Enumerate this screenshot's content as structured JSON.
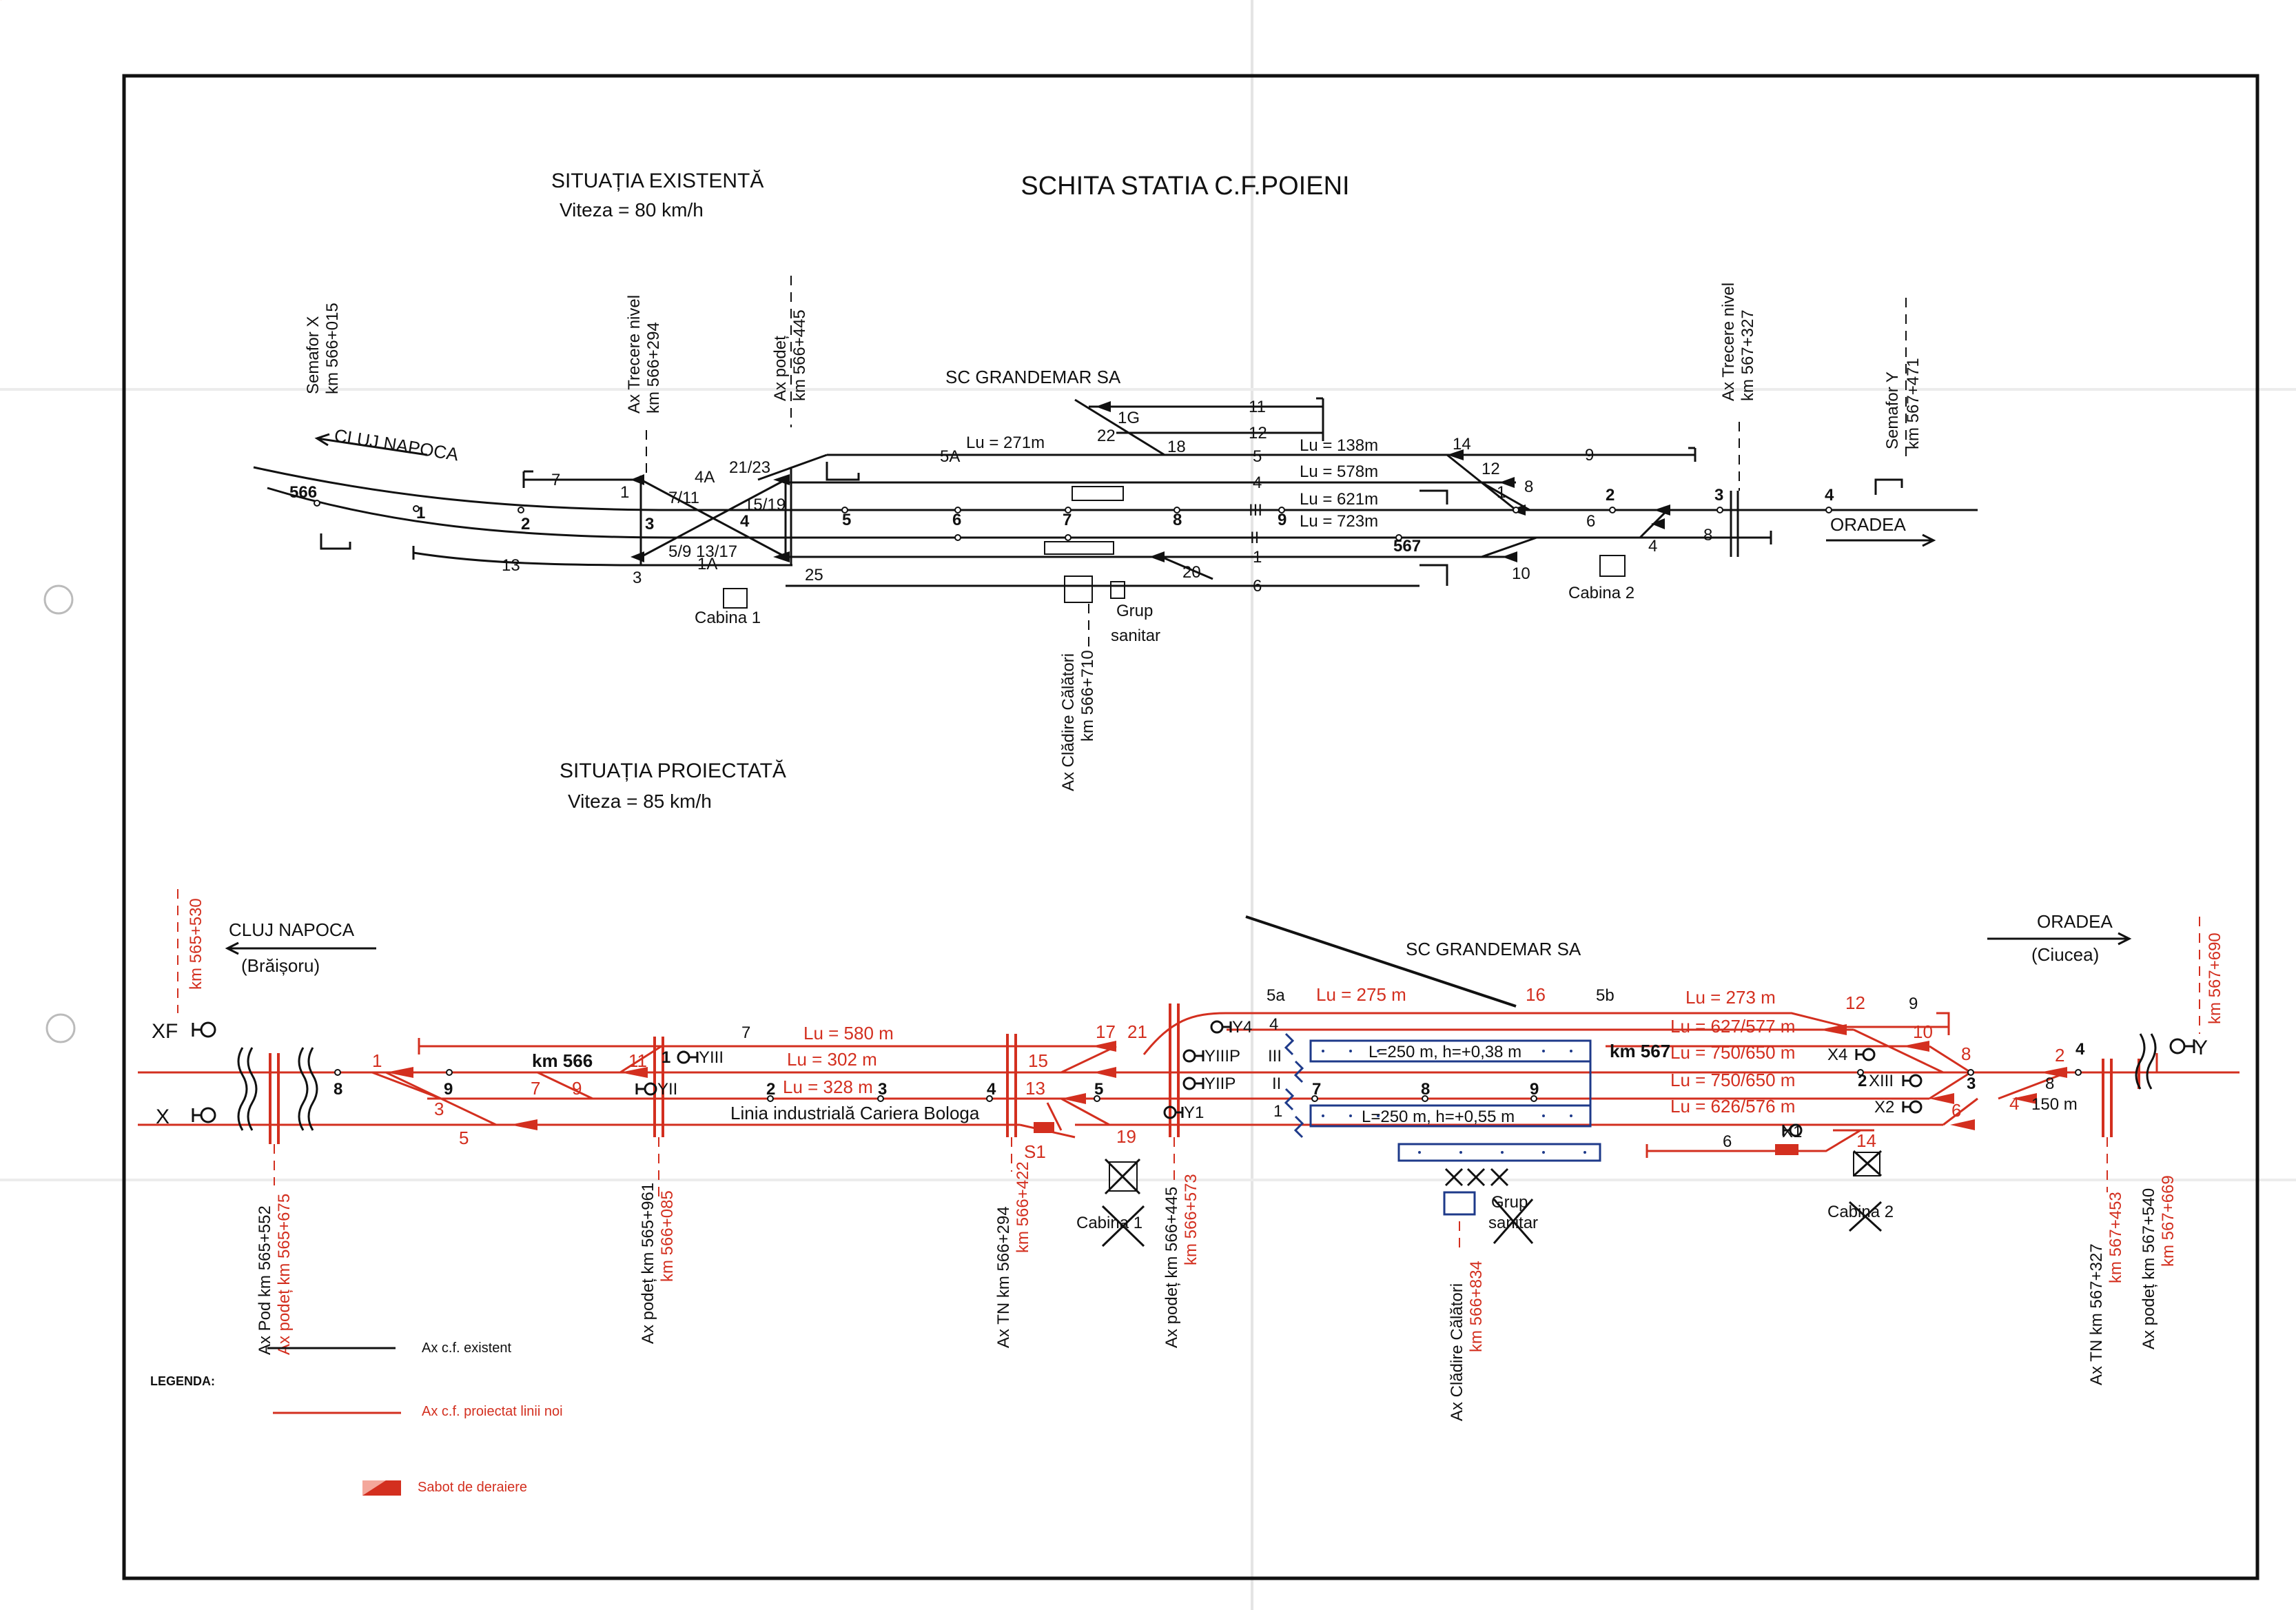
{
  "colors": {
    "existing_track": "#111111",
    "projected_track": "#d32f1f",
    "platform": "#1e3a8a",
    "paper": "#ffffff"
  },
  "title": "SCHITA STATIA C.F.POIENI",
  "existing": {
    "heading": "SITUAȚIA EXISTENTĂ",
    "speed": "Viteza = 80 km/h",
    "semafor_x": {
      "name": "Semafor X",
      "km": "km 566+015"
    },
    "tn1": {
      "name": "Ax Trecere nivel",
      "km": "km 566+294"
    },
    "podet": {
      "name": "Ax podeț",
      "km": "km 566+445"
    },
    "tn2": {
      "name": "Ax Trecere nivel",
      "km": "km 567+327"
    },
    "semafor_y": {
      "name": "Semafor Y",
      "km": "km 567+471"
    },
    "building": {
      "name": "Ax Clădire Călători",
      "km": "km 566+710"
    },
    "dir_left": "CLUJ NAPOCA",
    "dir_right": "ORADEA",
    "company": "SC GRANDEMAR SA",
    "cabina1": "Cabina 1",
    "cabina2": "Cabina 2",
    "grup": "Grup",
    "sanitar": "sanitar",
    "km566": "566",
    "km567": "567",
    "lu": [
      "Lu = 271m",
      "Lu = 138m",
      "Lu = 578m",
      "Lu = 621m",
      "Lu = 723m"
    ],
    "track_labels": [
      "11",
      "12",
      "5",
      "4",
      "III",
      "II",
      "1",
      "6",
      "7",
      "8",
      "9",
      "13"
    ],
    "switches": [
      "1",
      "2",
      "3",
      "4",
      "5",
      "6",
      "7",
      "8",
      "9",
      "3",
      "2",
      "4",
      "1",
      "8",
      "6",
      "4"
    ],
    "switch_ids": [
      "4A",
      "21/23",
      "7/11",
      "15/19",
      "5/9",
      "13/17",
      "1A",
      "25",
      "1",
      "3",
      "1G",
      "22",
      "18",
      "5A",
      "14",
      "12",
      "20",
      "10"
    ]
  },
  "projected": {
    "heading": "SITUAȚIA PROIECTATĂ",
    "speed": "Viteza = 85 km/h",
    "dir_left": "CLUJ NAPOCA",
    "dir_left_sub": "(Brăișoru)",
    "dir_right": "ORADEA",
    "dir_right_sub": "(Ciucea)",
    "km_left": "km 565+530",
    "km_right": "km 567+690",
    "company": "SC GRANDEMAR SA",
    "industrial_line": "Linia industrială Cariera Bologa",
    "km566": "km 566",
    "km567": "km 567",
    "platform_a": "L=250 m, h=+0,38 m",
    "platform_b": "L=250 m, h=+0,55 m",
    "dist_150": "150 m",
    "lu": [
      "Lu = 275 m",
      "Lu = 580 m",
      "Lu = 302 m",
      "Lu = 328 m",
      "Lu = 273 m",
      "Lu = 627/577 m",
      "Lu = 750/650 m",
      "Lu = 750/650 m",
      "Lu = 626/576 m"
    ],
    "signals": [
      "XF",
      "X",
      "YIII",
      "YII",
      "Y4",
      "YIIIP",
      "YIIP",
      "Y1",
      "X4",
      "XIII",
      "X2",
      "X1",
      "Y",
      "S1"
    ],
    "track_labels": [
      "7",
      "5a",
      "5b",
      "4",
      "III",
      "II",
      "1",
      "6",
      "9",
      "16",
      "12",
      "10",
      "14"
    ],
    "switch_numbers": [
      "1",
      "3",
      "5",
      "7",
      "9",
      "11",
      "15",
      "13",
      "17",
      "21",
      "19",
      "8",
      "6",
      "2",
      "4",
      "8"
    ],
    "numbers_on_tracks": [
      "8",
      "9",
      "1",
      "2",
      "3",
      "4",
      "5",
      "7",
      "8",
      "9",
      "2",
      "3",
      "4",
      "3",
      "1",
      "8"
    ],
    "axes": [
      {
        "a": "Ax Pod km 565+552",
        "b": "Ax podeț km 565+675"
      },
      {
        "a": "Ax podeț km 565+961",
        "b": "km 566+085"
      },
      {
        "a": "Ax TN km 566+294",
        "b": "km 566+422"
      },
      {
        "a": "Ax podeț km 566+445",
        "b": "km 566+573"
      },
      {
        "a": "Ax Clădire Călători",
        "b": "km 566+834"
      },
      {
        "a": "Ax TN km 567+327",
        "b": "km 567+453"
      },
      {
        "a": "Ax podeț km 567+540",
        "b": "km 567+669"
      }
    ],
    "cabina1": "Cabina 1",
    "cabina2": "Cabina 2",
    "grup": "Grup",
    "sanitar": "sanitar"
  },
  "legend": {
    "title": "LEGENDA:",
    "existing_axis": "Ax c.f. existent",
    "projected_axis": "Ax c.f. proiectat linii noi",
    "derail": "Sabot de deraiere"
  }
}
